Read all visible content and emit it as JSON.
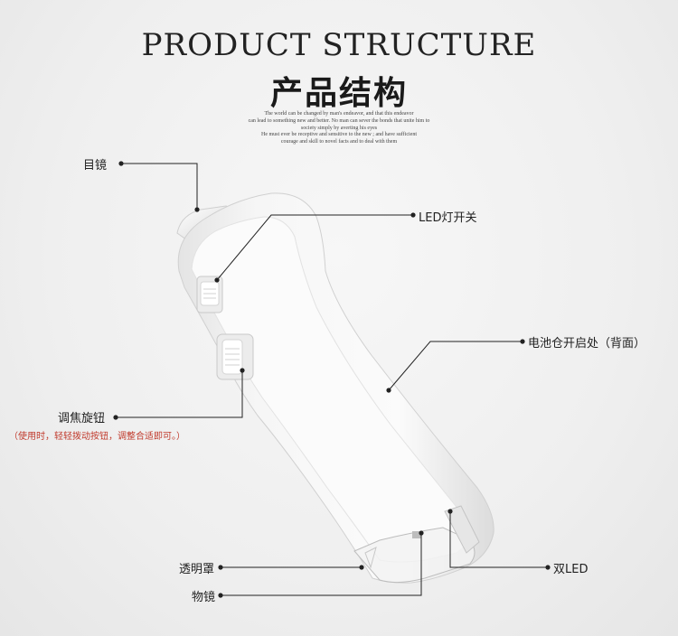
{
  "header": {
    "title": "PRODUCT STRUCTURE",
    "subtitle": "产品结构",
    "motto": [
      "The world can be changed by man's endeavor, and that this endeavor",
      "can lead to something new and better. No man can sever the bonds that unite him to",
      "society simply by averting his eyes",
      "He must ever be receptive and sensitive to the new ; and have sufficient",
      "courage and skill to novel facts and to deal with them"
    ]
  },
  "labels": {
    "eyepiece": "目镜",
    "led_switch": "LED灯开关",
    "battery": "电池仓开启处（背面）",
    "focus_knob": "调焦旋钮",
    "focus_note": "（使用时，轻轻拨动按钮，调整合适即可。）",
    "cover": "透明罩",
    "dual_led": "双LED",
    "objective": "物镜"
  },
  "colors": {
    "line": "#222222",
    "note": "#c0392b",
    "device": "#f8f8f8"
  }
}
